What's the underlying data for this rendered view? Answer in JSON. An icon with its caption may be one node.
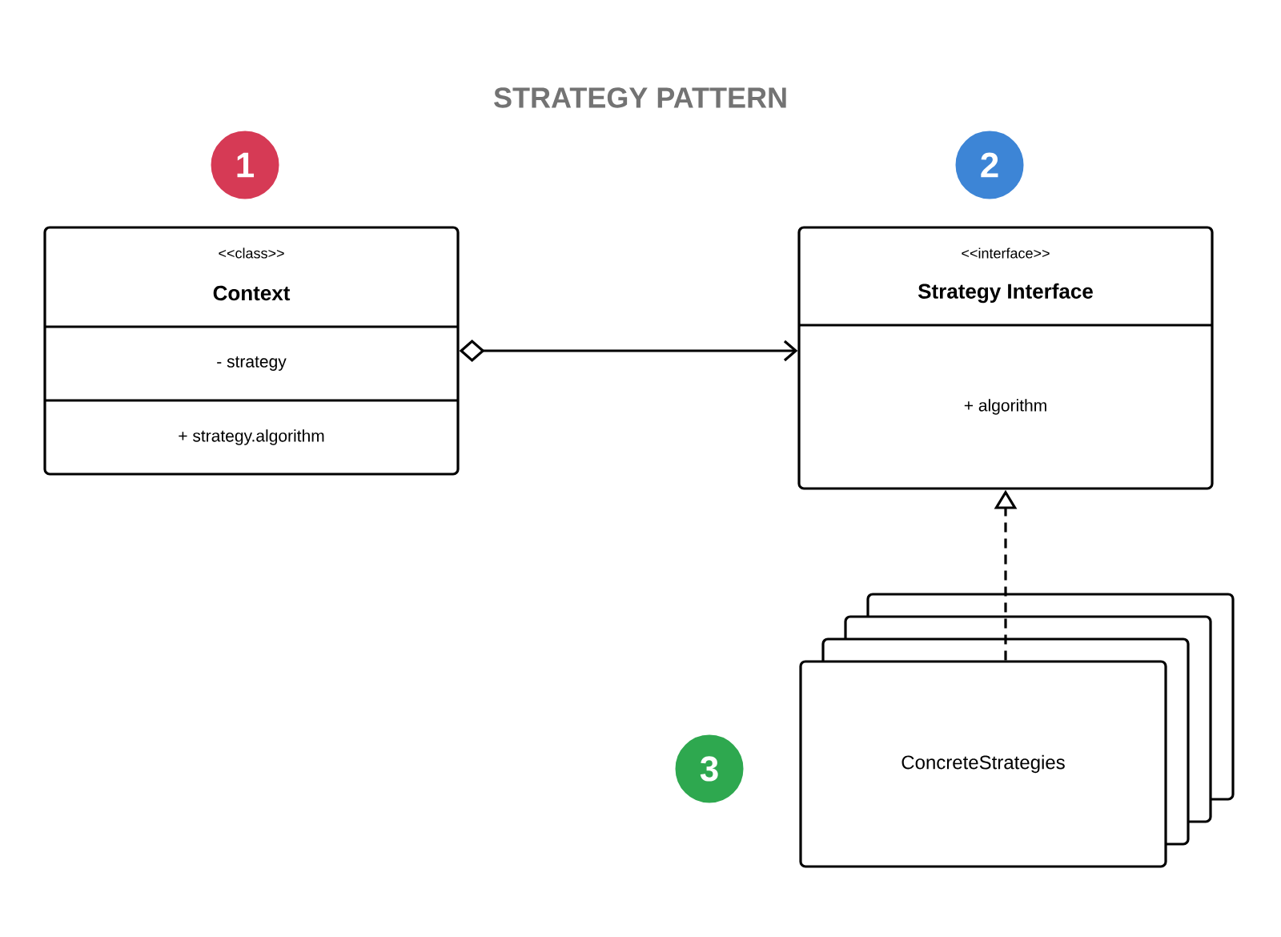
{
  "diagram": {
    "title": "STRATEGY PATTERN",
    "nodes": [
      {
        "text": [
          "1"
        ]
      },
      {
        "text": [
          "2"
        ]
      },
      {
        "text": [
          "<<class>>",
          "Context",
          "- strategy",
          "+ strategy.algorithm"
        ]
      },
      {
        "text": [
          "<<interface>>",
          "Strategy Interface",
          "+ algorithm"
        ]
      },
      {
        "text": [
          "3"
        ]
      },
      {
        "text": [
          "ConcreteStrategies"
        ]
      }
    ],
    "edges": [
      {
        "from": 2,
        "to": 3,
        "arrow": "to"
      },
      {
        "from": 5,
        "to": 3,
        "arrow": "to",
        "style": "dashed"
      }
    ]
  }
}
